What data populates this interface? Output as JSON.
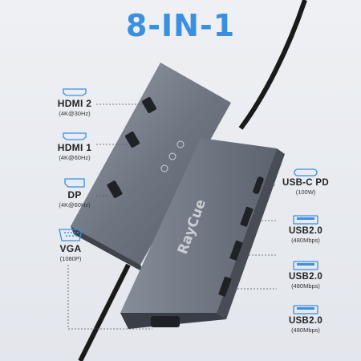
{
  "title": "8-IN-1",
  "brand": "RayCue",
  "colors": {
    "accent": "#3b8fe0",
    "device": "#6d7480",
    "cable": "#1a1a1a"
  },
  "left_ports": [
    {
      "name": "HDMI 2",
      "spec": "(4K@30Hz)",
      "icon": "hdmi-icon"
    },
    {
      "name": "HDMI 1",
      "spec": "(4K@60Hz)",
      "icon": "hdmi-icon"
    },
    {
      "name": "DP",
      "spec": "(4K@60Hz)",
      "icon": "displayport-icon"
    },
    {
      "name": "VGA",
      "spec": "(1080P)",
      "icon": "vga-icon"
    }
  ],
  "right_ports": [
    {
      "name": "USB-C PD",
      "spec": "(100W)",
      "icon": "usb-c-icon"
    },
    {
      "name": "USB2.0",
      "spec": "(480Mbps)",
      "icon": "usb-a-icon"
    },
    {
      "name": "USB2.0",
      "spec": "(480Mbps)",
      "icon": "usb-a-icon"
    },
    {
      "name": "USB2.0",
      "spec": "(480Mbps)",
      "icon": "usb-a-icon"
    }
  ]
}
